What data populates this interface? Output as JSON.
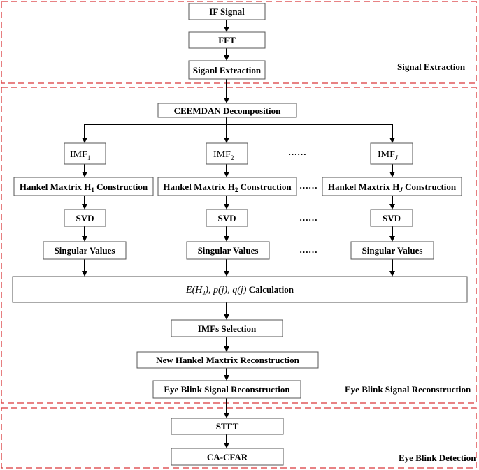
{
  "regions": {
    "signal_extraction": "Signal Extraction",
    "reconstruction": "Eye Blink Signal Reconstruction",
    "detection": "Eye Blink Detection"
  },
  "nodes": {
    "if_signal": "IF Signal",
    "fft": "FFT",
    "extraction": "Siganl Extraction",
    "ceemdan": "CEEMDAN  Decomposition",
    "imf_base": "IMF",
    "imf_subs": [
      "1",
      "2",
      "J"
    ],
    "hankel_prefix": "Hankel  Maxtrix  ",
    "hankel_letter": "H",
    "hankel_suffix": " Construction",
    "svd": "SVD",
    "singular": "Singular Values",
    "dots": "……",
    "calc_expr": "E(H",
    "calc_expr2": "), p(j), q(j)",
    "calc_label": " Calculation",
    "imfs_selection": "IMFs Selection",
    "new_hankel": "New Hankel  Maxtrix Reconstruction",
    "eye_blink_recon": "Eye Blink Signal Reconstruction",
    "stft": "STFT",
    "cacfar": "CA-CFAR"
  }
}
